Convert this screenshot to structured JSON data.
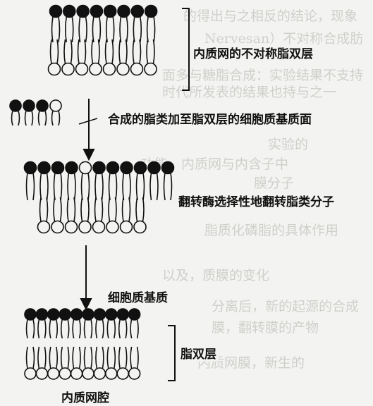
{
  "labels": {
    "asymmetric_bilayer": "内质网的不对称脂双层",
    "synthesis_step": "合成的脂类加至脂双层的细胞质基质面",
    "flippase_step": "翻转酶选择性地翻转脂类分子",
    "cytosol": "细胞质基质",
    "lipid_bilayer": "脂双层",
    "er_lumen": "内质网腔"
  },
  "stages": [
    {
      "name": "asymmetric",
      "top_heads": 8,
      "bottom_heads": 8
    },
    {
      "name": "new-lipids",
      "top_heads": 4,
      "filled_top": [
        0,
        1,
        2
      ]
    },
    {
      "name": "flipped",
      "top_heads": 11,
      "open_top": [
        4
      ],
      "bottom_heads": 8
    },
    {
      "name": "final",
      "top_heads": 10,
      "bottom_heads": 10
    }
  ],
  "colors": {
    "ink": "#111111",
    "paper": "#f3f3f1"
  }
}
